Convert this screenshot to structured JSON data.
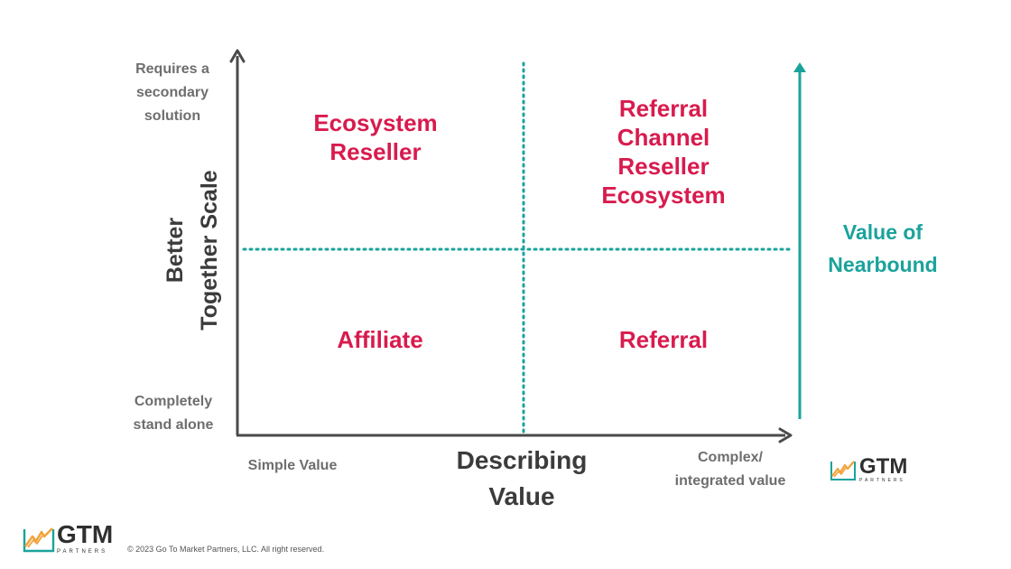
{
  "y_axis": {
    "title_line1": "Better",
    "title_line2": "Together Scale",
    "top_label": "Requires a secondary solution",
    "bottom_label": "Completely stand alone"
  },
  "x_axis": {
    "title": "Describing\nValue",
    "left_label": "Simple Value",
    "right_label": "Complex/\nintegrated value"
  },
  "quadrants": {
    "top_left": "Ecosystem\nReseller",
    "top_right": "Referral\nChannel\nReseller\nEcosystem",
    "bottom_left": "Affiliate",
    "bottom_right": "Referral"
  },
  "side_arrow": {
    "label": "Value of\nNearbound"
  },
  "logo": {
    "word": "GTM",
    "sub": "PARTNERS"
  },
  "footer": {
    "copyright": "© 2023 Go To Market Partners, LLC. All right reserved."
  },
  "colors": {
    "axis": "#4a4a4a",
    "divider": "#1aa39b",
    "quadrant_text": "#d81b4e",
    "nearbound": "#1aa39b",
    "logo_orange": "#f2a33a",
    "logo_teal": "#1aa39b"
  }
}
